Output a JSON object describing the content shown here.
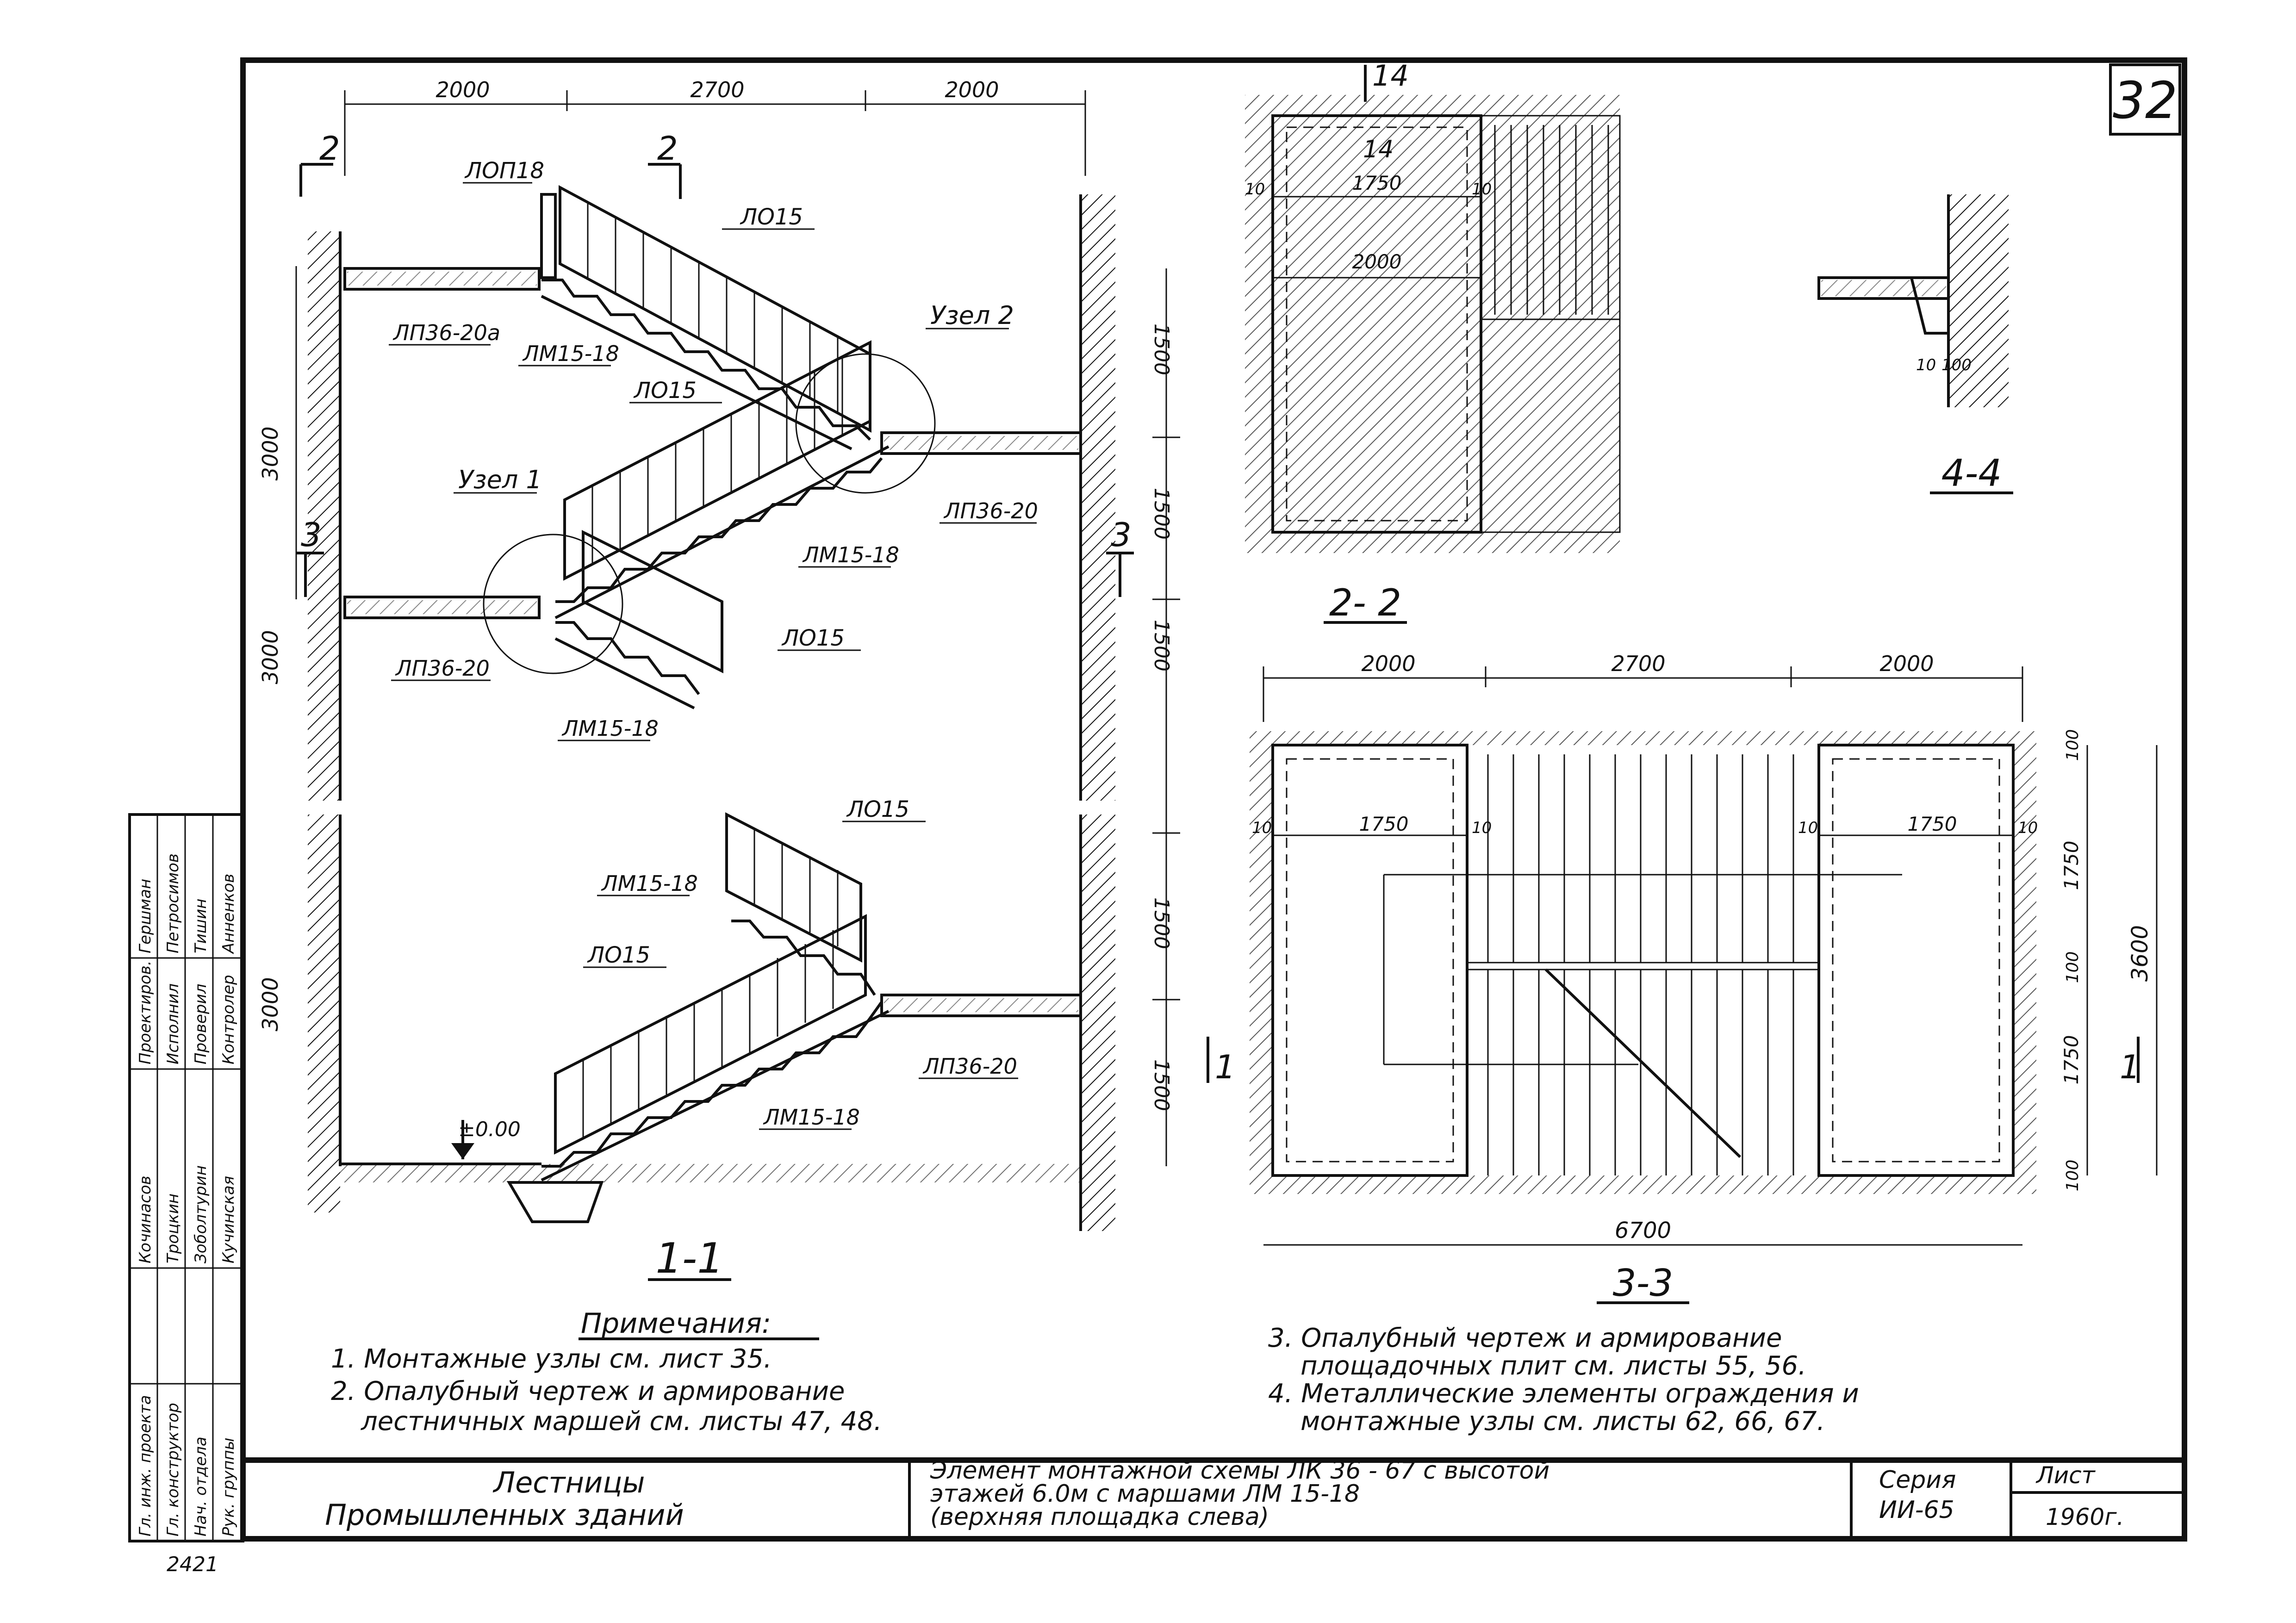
{
  "sheet": {
    "number": "32",
    "page_corner": "2421"
  },
  "section_1_1": {
    "title": "1-1",
    "dims_top": [
      "2000",
      "2700",
      "2000"
    ],
    "dims_left": [
      "3000",
      "3000",
      "3000"
    ],
    "dims_right": [
      "1500",
      "1500",
      "1500",
      "1500",
      "1500"
    ],
    "cut_marks": [
      "2",
      "2",
      "3",
      "3"
    ],
    "labels": {
      "lop18": "ЛОП18",
      "lo15_a": "ЛО15",
      "lo15_b": "ЛО15",
      "lo15_c": "ЛО15",
      "lo15_d": "ЛО15",
      "lo15_e": "ЛО15",
      "lp36_20a_top": "ЛП36-20а",
      "lp36_20_mid_right": "ЛП36-20",
      "lp36_20_mid_left": "ЛП36-20",
      "lp36_20_bottom": "ЛП36-20",
      "lm15_18_a": "ЛМ15-18",
      "lm15_18_b": "ЛМ15-18",
      "lm15_18_c": "ЛМ15-18",
      "lm15_18_d": "ЛМ15-18",
      "lm15_18_e": "ЛМ15-18",
      "node1": "Узел 1",
      "node2": "Узел 2",
      "zero_mark": "±0.00"
    }
  },
  "section_2_2": {
    "title": "2- 2",
    "mark": "14",
    "inner_mark": "14",
    "dim_1750": "1750",
    "dim_2000": "2000",
    "dim_10a": "10",
    "dim_10b": "10"
  },
  "section_4_4": {
    "title": "4-4",
    "dim_10": "10",
    "dim_100": "100"
  },
  "section_3_3": {
    "title": "3-3",
    "dims_top": [
      "2000",
      "2700",
      "2000"
    ],
    "dim_1750_left": "1750",
    "dim_1750_right": "1750",
    "dim_10": [
      "10",
      "10",
      "10",
      "10"
    ],
    "dims_right": [
      "100",
      "1750",
      "100",
      "1750",
      "100"
    ],
    "dim_total_height": "3600",
    "dim_total_width": "6700",
    "cut_marks": [
      "1",
      "1"
    ]
  },
  "notes": {
    "heading": "Примечания:",
    "items": [
      "1. Монтажные узлы см. лист 35.",
      "2. Опалубный чертеж и армирование",
      "лестничных маршей см. листы 47, 48.",
      "3. Опалубный чертеж и армирование",
      "площадочных плит см. листы 55, 56.",
      "4. Металлические элементы ограждения и",
      "монтажные узлы см. листы 62, 66, 67."
    ]
  },
  "title_block": {
    "left_title_line1": "Лестницы",
    "left_title_line2": "Промышленных зданий",
    "description_line1": "Элемент монтажной схемы ЛК 36 - 67 с высотой",
    "description_line2": "этажей 6.0м с маршами ЛМ 15-18",
    "description_line3": "(верхняя площадка слева)",
    "series_label": "Серия",
    "series_value": "ИИ-65",
    "sheet_label": "Лист",
    "year": "1960г."
  },
  "stamp": {
    "roles": [
      "Гл. инж. проекта",
      "Гл. конструктор",
      "Нач. отдела",
      "Рук. группы"
    ],
    "names": [
      "Кочинасов",
      "Троцкин",
      "Зоболтурин",
      "Кучинская"
    ],
    "roles2": [
      "Проектиров.",
      "Исполнил",
      "Проверил",
      "Контролер"
    ],
    "names2": [
      "Гершман",
      "Петросимов",
      "Тишин",
      "Анненков"
    ]
  }
}
